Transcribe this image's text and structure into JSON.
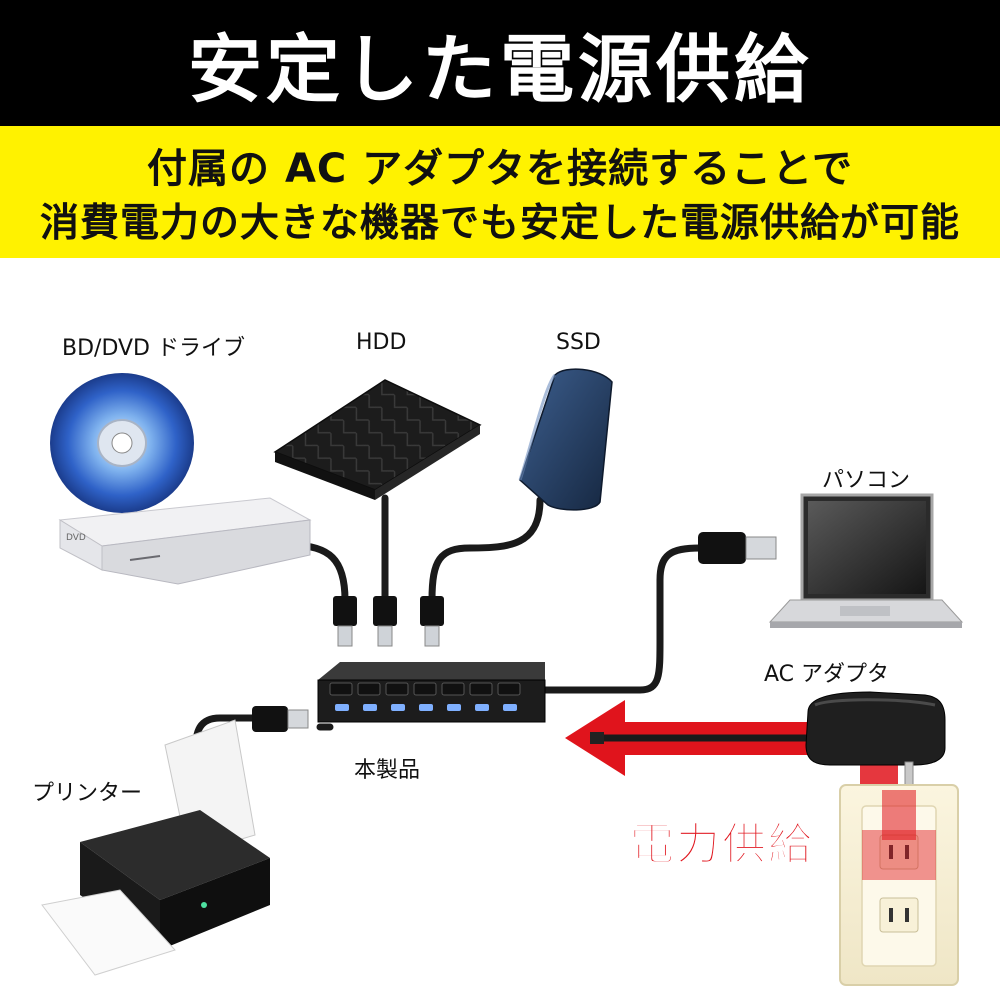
{
  "title": "安定した電源供給",
  "subtitle": {
    "line1": "付属の AC アダプタを接続することで",
    "line2": "消費電力の大きな機器でも安定した電源供給が可能"
  },
  "labels": {
    "bd_dvd": "BD/DVD ドライブ",
    "hdd": "HDD",
    "ssd": "SSD",
    "pc": "パソコン",
    "ac_adapter": "AC アダプタ",
    "product": "本製品",
    "printer": "プリンター",
    "power_supply": "電力供給"
  },
  "colors": {
    "title_bg": "#000000",
    "band_bg": "#fff200",
    "power_red": "#e0141c",
    "cable": "#1a1a1a"
  }
}
